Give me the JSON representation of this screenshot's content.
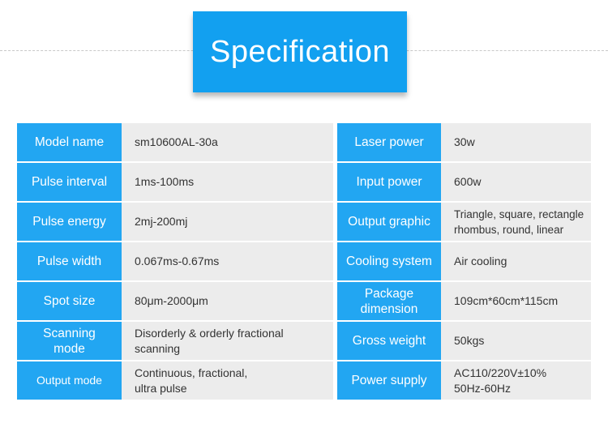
{
  "title": "Specification",
  "rows": [
    {
      "l1": "Model name",
      "v1": "sm10600AL-30a",
      "l2": "Laser power",
      "v2": "30w"
    },
    {
      "l1": "Pulse interval",
      "v1": "1ms-100ms",
      "l2": "Input power",
      "v2": "600w"
    },
    {
      "l1": "Pulse energy",
      "v1": "2mj-200mj",
      "l2": "Output graphic",
      "v2": "Triangle, square, rectangle\nrhombus, round, linear"
    },
    {
      "l1": "Pulse width",
      "v1": "0.067ms-0.67ms",
      "l2": "Cooling system",
      "v2": "Air cooling"
    },
    {
      "l1": "Spot size",
      "v1": "80μm-2000μm",
      "l2": "Package\ndimension",
      "v2": "109cm*60cm*115cm"
    },
    {
      "l1": "Scanning\nmode",
      "v1": "Disorderly & orderly fractional\nscanning",
      "l2": "Gross weight",
      "v2": "50kgs"
    },
    {
      "l1": "Output mode",
      "v1": "Continuous, fractional,\nultra pulse",
      "l2": "Power supply",
      "v2": "AC110/220V±10%\n50Hz-60Hz"
    }
  ]
}
